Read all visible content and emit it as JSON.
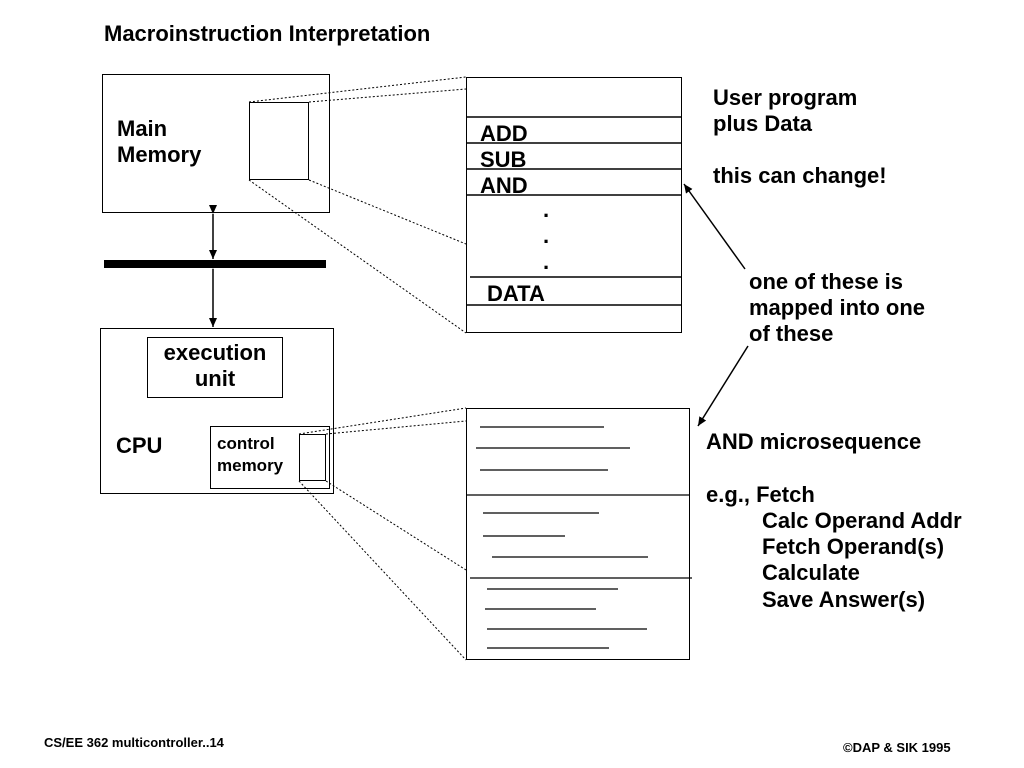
{
  "title": "Macroinstruction Interpretation",
  "main_memory": {
    "line1": "Main",
    "line2": "Memory"
  },
  "cpu": {
    "label": "CPU",
    "execution_unit": {
      "line1": "execution",
      "line2": "unit"
    },
    "control_memory": {
      "line1": "control",
      "line2": "memory"
    }
  },
  "memory_table": {
    "rows": [
      "ADD",
      "SUB",
      "AND"
    ],
    "dots": [
      ".",
      ".",
      "."
    ],
    "data_label": "DATA"
  },
  "annotations": {
    "user_program": {
      "line1": "User program",
      "line2": "plus Data"
    },
    "can_change": "this can change!",
    "mapped": {
      "line1": "one of these is",
      "line2": "mapped into one",
      "line3": "of these"
    },
    "microsequence": {
      "heading": "AND microsequence",
      "steps": [
        "e.g., Fetch",
        "Calc Operand Addr",
        "Fetch Operand(s)",
        "Calculate",
        "Save Answer(s)"
      ]
    }
  },
  "footer": {
    "left": "CS/EE 362 multicontroller..14",
    "right": "©DAP & SIK 1995"
  }
}
